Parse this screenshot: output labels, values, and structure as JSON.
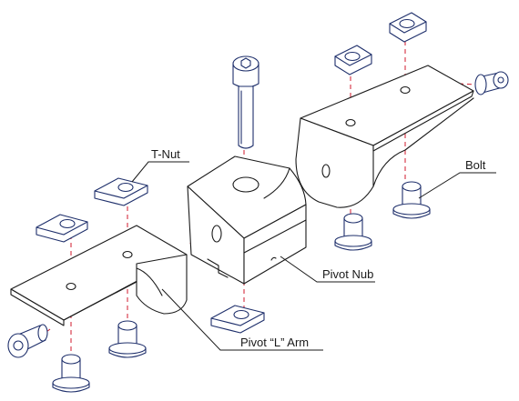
{
  "labels": {
    "t_nut": "T-Nut",
    "bolt": "Bolt",
    "pivot_nub": "Pivot Nub",
    "pivot_l_arm": "Pivot “L” Arm"
  },
  "colors": {
    "outline": "#1a1a1a",
    "fastener": "#1e2f6b",
    "centerline": "#d0192c",
    "background": "#ffffff"
  },
  "icons": [
    "t-nut-icon",
    "bolt-icon",
    "cap-screw-icon"
  ]
}
